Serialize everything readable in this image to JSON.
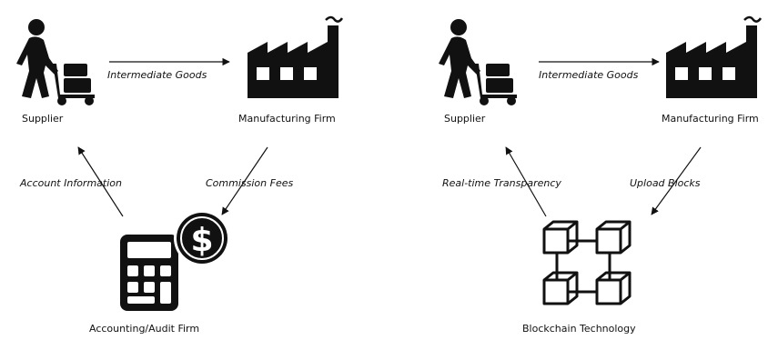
{
  "left": {
    "supplier": "Supplier",
    "manufacturer": "Manufacturing Firm",
    "third_party": "Accounting/Audit Firm",
    "edge_top": "Intermediate Goods",
    "edge_left": "Account Information",
    "edge_right": "Commission Fees"
  },
  "right": {
    "supplier": "Supplier",
    "manufacturer": "Manufacturing Firm",
    "third_party": "Blockchain Technology",
    "edge_top": "Intermediate Goods",
    "edge_left": "Real-time Transparency",
    "edge_right": "Upload Blocks"
  },
  "icons": [
    "supplier-worker-icon",
    "factory-icon",
    "calculator-icon",
    "dollar-coin-icon",
    "blockchain-cubes-icon"
  ]
}
